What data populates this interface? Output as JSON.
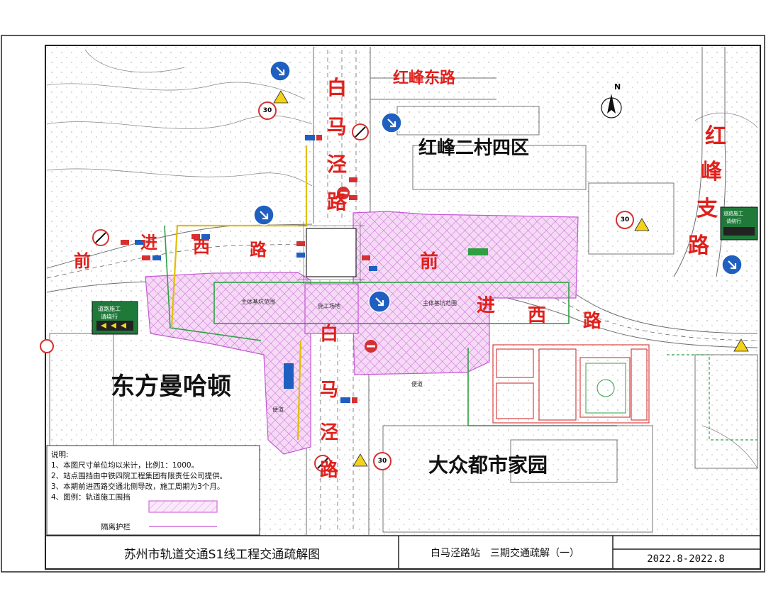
{
  "map": {
    "roads": {
      "hongfeng_east": "红峰东路",
      "baimajing_north": [
        "白",
        "马",
        "泾",
        "路"
      ],
      "baimajing_south": [
        "白",
        "马",
        "泾",
        "路"
      ],
      "hongfeng_branch": [
        "红",
        "峰",
        "支",
        "路"
      ],
      "qianjin_west_left": [
        "前",
        "进",
        "西",
        "路"
      ],
      "qianjin_west_right": [
        "前",
        "进",
        "西",
        "路"
      ]
    },
    "areas": {
      "hongfeng_village": "红峰二村四区",
      "oriental_manhattan": "东方曼哈顿",
      "dazhong_home": "大众都市家园"
    },
    "construction_labels": {
      "main_pit_left": "主体基坑范围",
      "main_pit_right": "主体基坑范围",
      "construction_center": "施工场地",
      "temp_road": "便道",
      "side_road": "便道"
    },
    "signs": {
      "speed_limit": "30",
      "detour_text_1": "道路施工",
      "detour_text_2": "请绕行"
    },
    "north_arrow": "N",
    "colors": {
      "road_label": "#e0201c",
      "hatch": "#d870d8",
      "hatch_fill": "#f6d9f6",
      "base_lines": "#7a7a7a",
      "green": "#2ea043",
      "red_building": "#d63030",
      "blue_sign": "#1f5fbf",
      "yellow_line": "#e0c000"
    }
  },
  "legend": {
    "heading": "说明:",
    "items": [
      "1、本图尺寸单位均以米计，比例1：1000。",
      "2、站点围挡由中铁四院工程集团有限责任公司提供。",
      "3、本期前进西路交通北侧导改，施工周期为3个月。",
      "4、图例：轨道施工围挡"
    ],
    "barrier_label": "隔离护栏"
  },
  "title_block": {
    "main_title": "苏州市轨道交通S1线工程交通疏解图",
    "sub_title": "白马泾路站　三期交通疏解（一）",
    "date": "2022.8-2022.8"
  }
}
